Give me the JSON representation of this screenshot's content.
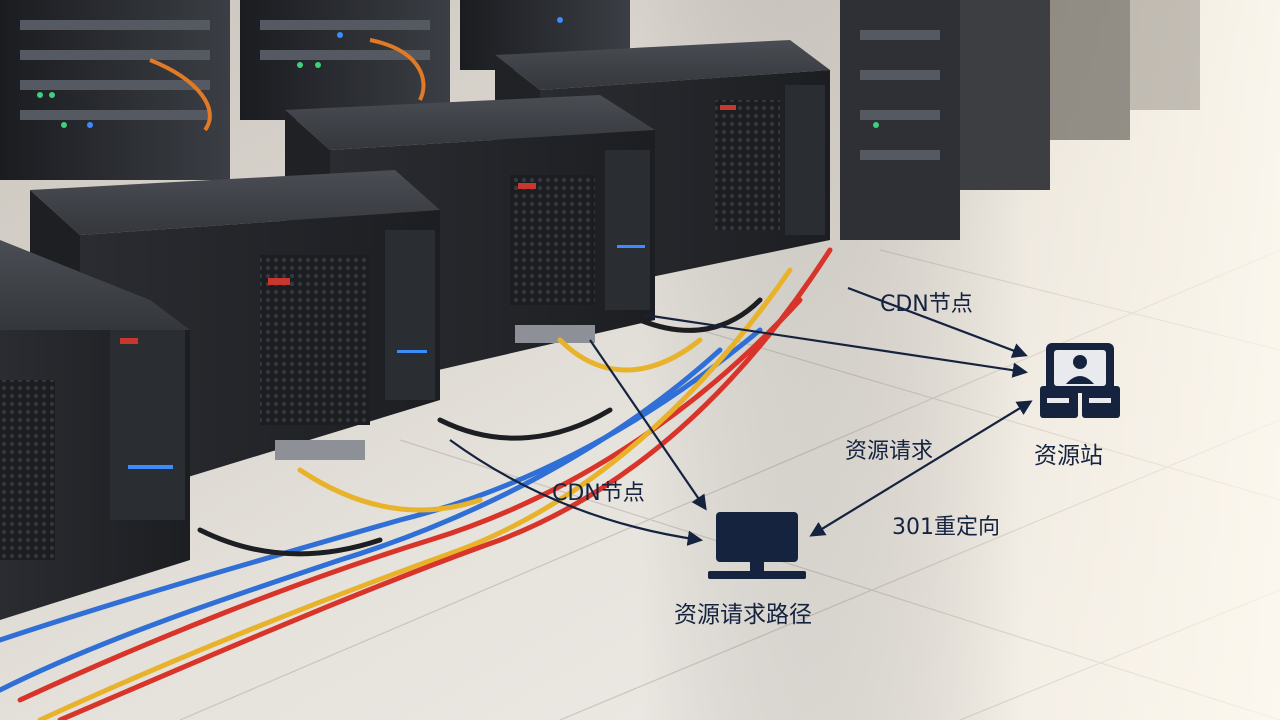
{
  "diagram": {
    "cdn_node_label_upper": "CDN节点",
    "cdn_node_label_lower": "CDN节点",
    "resource_request_label": "资源请求",
    "redirect_label": "301重定向",
    "resource_site_label": "资源站",
    "request_path_label": "资源请求路径",
    "icons": {
      "site": "server-site-icon",
      "client": "monitor-icon"
    },
    "colors": {
      "ink": "#15233f",
      "cable_blue": "#2f6fd6",
      "cable_yellow": "#e8b22a",
      "cable_red": "#d8342a"
    }
  }
}
